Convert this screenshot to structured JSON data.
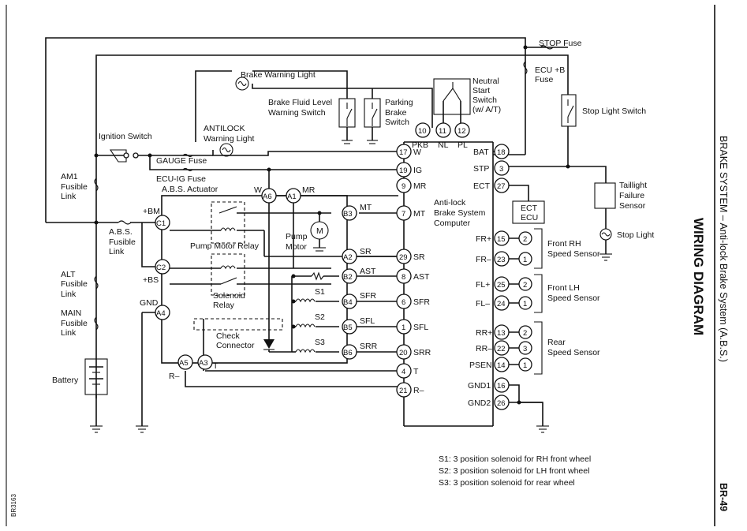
{
  "title": "WIRING DIAGRAM",
  "header": "BRAKE SYSTEM – Anti-lock Brake System (A.B.S.)",
  "page_number": "BR-49",
  "figure_code": "BR3163",
  "labels": {
    "stop_fuse": "STOP Fuse",
    "ecu_b": "ECU +B",
    "fuse": "Fuse",
    "brake_warning_light": "Brake Warning Light",
    "neutral1": "Neutral",
    "neutral2": "Start",
    "neutral3": "Switch",
    "neutral4": "(w/ A/T)",
    "stop_light_switch": "Stop Light Switch",
    "bfl1": "Brake Fluid Level",
    "bfl2": "Warning Switch",
    "pb1": "Parking",
    "pb2": "Brake",
    "pb3": "Switch",
    "ignition_switch": "Ignition Switch",
    "antilock1": "ANTILOCK",
    "antilock2": "Warning Light",
    "gauge_fuse": "GAUGE Fuse",
    "ecu_ig_fuse": "ECU-IG Fuse",
    "abs_actuator": "A.B.S. Actuator",
    "am1_1": "AM1",
    "am1_2": "Fusible",
    "am1_3": "Link",
    "abs_fl1": "A.B.S.",
    "abs_fl2": "Fusible",
    "abs_fl3": "Link",
    "alt1": "ALT",
    "alt2": "Fusible",
    "alt3": "Link",
    "main1": "MAIN",
    "main2": "Fusible",
    "main3": "Link",
    "battery": "Battery",
    "bm": "+BM",
    "bs": "+BS",
    "gnd": "GND",
    "rminus_left": "R–",
    "pump_motor_relay": "Pump Motor Relay",
    "pump_motor1": "Pump",
    "pump_motor2": "Motor",
    "motor_symbol": "M",
    "solenoid_relay1": "Solenoid",
    "solenoid_relay2": "Relay",
    "check1": "Check",
    "check2": "Connector",
    "s1": "S1",
    "s2": "S2",
    "s3": "S3",
    "w_label": "W",
    "mr_label": "MR",
    "mt_label": "MT",
    "sr_label": "SR",
    "ast_label": "AST",
    "sfr_label": "SFR",
    "sfl_label": "SFL",
    "srr_label": "SRR",
    "t_label": "T",
    "c1": "C1",
    "c2": "C2",
    "a4": "A4",
    "a5": "A5",
    "a3": "A3",
    "a6": "A6",
    "a1": "A1",
    "b3": "B3",
    "a2": "A2",
    "b2": "B2",
    "b4": "B4",
    "b5": "B5",
    "b6": "B6",
    "pkb": "PKB",
    "nl": "NL",
    "pl": "PL",
    "bat": "BAT",
    "stp": "STP",
    "ect": "ECT",
    "ecu1": "Anti-lock",
    "ecu2": "Brake System",
    "ecu3": "Computer",
    "ect_ecu1": "ECT",
    "ect_ecu2": "ECU",
    "taillight1": "Taillight",
    "taillight2": "Failure",
    "taillight3": "Sensor",
    "stop_light": "Stop Light",
    "frp": "FR+",
    "frm": "FR–",
    "flp": "FL+",
    "flm": "FL–",
    "rrp": "RR+",
    "rrm": "RR–",
    "psen": "PSEN",
    "gnd1": "GND1",
    "gnd2": "GND2",
    "front_rh1": "Front RH",
    "front_rh2": "Speed Sensor",
    "front_lh1": "Front LH",
    "front_lh2": "Speed Sensor",
    "rear1": "Rear",
    "rear2": "Speed Sensor",
    "left_pin_w": "W",
    "left_pin_ig": "IG",
    "left_pin_mr": "MR",
    "left_pin_mt": "MT",
    "left_pin_sr": "SR",
    "left_pin_ast": "AST",
    "left_pin_sfr": "SFR",
    "left_pin_sfl": "SFL",
    "left_pin_srr": "SRR",
    "left_pin_t": "T",
    "left_pin_rminus": "R–"
  },
  "pins": {
    "p17": "17",
    "p19": "19",
    "p9": "9",
    "p7": "7",
    "p29": "29",
    "p8": "8",
    "p6": "6",
    "p1": "1",
    "p20": "20",
    "p4": "4",
    "p21": "21",
    "p10": "10",
    "p11": "11",
    "p12": "12",
    "p18": "18",
    "p3": "3",
    "p27": "27",
    "p15": "15",
    "p23": "23",
    "p25": "25",
    "p24": "24",
    "p13": "13",
    "p22": "22",
    "p14": "14",
    "p16": "16",
    "p26": "26",
    "s_fr2": "2",
    "s_fr1": "1",
    "s_fl2": "2",
    "s_fl1": "1",
    "s_rr2": "2",
    "s_rr3": "3",
    "s_rr1": "1"
  },
  "notes": [
    "S1:  3 position solenoid for RH front wheel",
    "S2:  3 position solenoid for LH front wheel",
    "S3:  3 position solenoid for rear wheel"
  ]
}
